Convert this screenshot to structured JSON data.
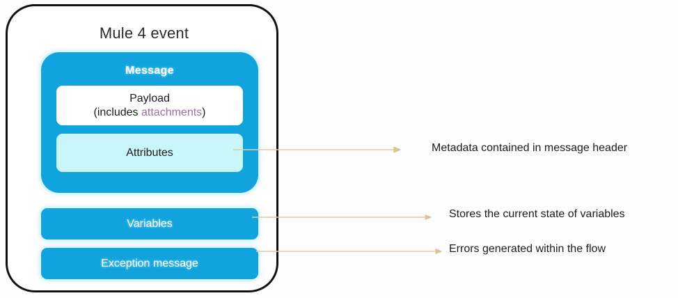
{
  "diagram": {
    "title": "Mule 4 event",
    "container": {
      "label": "Mule 4 event"
    },
    "message": {
      "title": "Message",
      "payload": {
        "line1": "Payload",
        "line2_prefix": "(includes ",
        "line2_accent": "attachments",
        "line2_suffix": ")"
      },
      "attributes": {
        "label": "Attributes"
      }
    },
    "bars": [
      {
        "label": "Variables"
      },
      {
        "label": "Exception message"
      }
    ],
    "annotations": [
      {
        "text": "Metadata contained in message header",
        "source": "Attributes"
      },
      {
        "text": "Stores the current state of variables",
        "source": "Variables"
      },
      {
        "text": "Errors generated within the flow",
        "source": "Exception message"
      }
    ],
    "colors": {
      "blue": "#10a3dd",
      "pale_cyan": "#c9f6f8",
      "accent_purple": "#9a6fa6",
      "arrow": "#e1cb9c",
      "border": "#111111",
      "text": "#1c1c1c",
      "white": "#ffffff"
    }
  }
}
